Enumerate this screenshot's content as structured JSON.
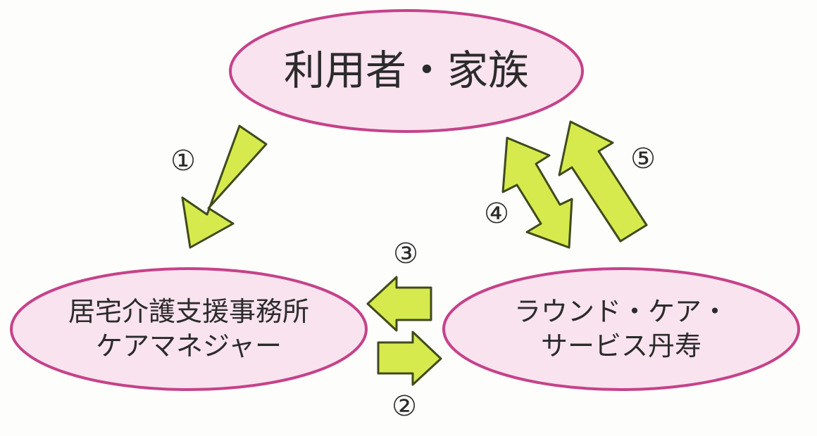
{
  "colors": {
    "node_fill": "#f8e3ee",
    "node_stroke": "#c5428a",
    "arrow_fill": "#d7ea4d",
    "arrow_stroke": "#3f4a1c",
    "text": "#2b2b2b"
  },
  "nodes": {
    "user_family": {
      "text": "利用者・家族"
    },
    "care_manager": {
      "line1": "居宅介護支援事務所",
      "line2": "ケアマネジャー"
    },
    "round_care": {
      "line1": "ラウンド・ケア・",
      "line2": "サービス丹寿"
    }
  },
  "steps": {
    "step1": "①",
    "step2": "②",
    "step3": "③",
    "step4": "④",
    "step5": "⑤"
  },
  "icons": {
    "arrow1": "arrow-down-left",
    "arrow2": "arrow-right",
    "arrow3": "arrow-left",
    "arrow4": "arrow-double",
    "arrow5": "arrow-up-left"
  }
}
